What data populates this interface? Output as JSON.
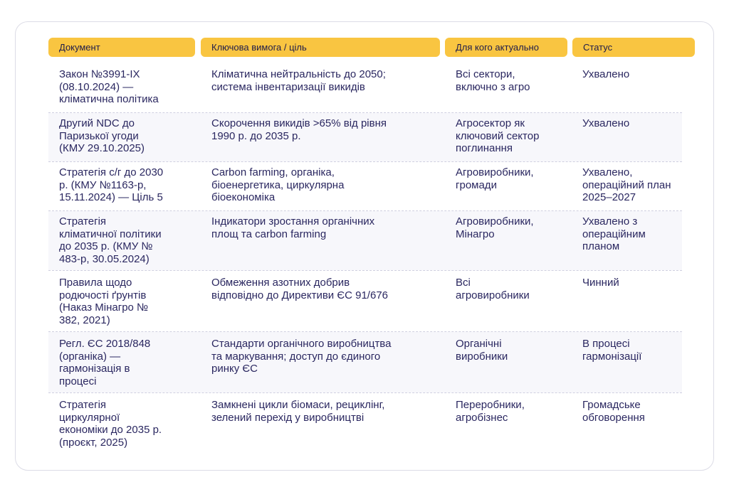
{
  "table": {
    "headers": [
      "Документ",
      "Ключова вимога / ціль",
      "Для кого актуально",
      "Статус"
    ],
    "rows": [
      {
        "doc": [
          "Закон №3991-IX",
          "(08.10.2024) —",
          "кліматична політика"
        ],
        "req": [
          "Кліматична нейтральність до 2050;",
          "система інвентаризації викидів"
        ],
        "who": [
          "Всі сектори,",
          "включно з агро"
        ],
        "status": [
          "Ухвалено"
        ]
      },
      {
        "doc": [
          "Другий NDC до",
          "Паризької угоди",
          "(КМУ 29.10.2025)"
        ],
        "req": [
          "Скорочення викидів >65% від рівня",
          "1990 р. до 2035 р."
        ],
        "who": [
          "Агросектор як",
          "ключовий сектор",
          "поглинання"
        ],
        "status": [
          "Ухвалено"
        ]
      },
      {
        "doc": [
          "Стратегія с/г до 2030",
          "р. (КМУ №1163-р,",
          "15.11.2024) — Ціль 5"
        ],
        "req": [
          "Carbon farming, органіка,",
          "біоенергетика, циркулярна",
          "біоекономіка"
        ],
        "who": [
          "Агровиробники,",
          "громади"
        ],
        "status": [
          "Ухвалено,",
          "операційний план",
          "2025–2027"
        ]
      },
      {
        "doc": [
          "Стратегія",
          "кліматичної політики",
          "до 2035 р. (КМУ №",
          "483-р, 30.05.2024)"
        ],
        "req": [
          "Індикатори зростання органічних",
          "площ та carbon farming"
        ],
        "who": [
          "Агровиробники,",
          "Мінагро"
        ],
        "status": [
          "Ухвалено з",
          "операційним",
          "планом"
        ]
      },
      {
        "doc": [
          "Правила щодо",
          "родючості ґрунтів",
          "(Наказ Мінагро №",
          "382, 2021)"
        ],
        "req": [
          "Обмеження азотних добрив",
          "відповідно до Директиви ЄС 91/676"
        ],
        "who": [
          "Всі",
          "агровиробники"
        ],
        "status": [
          "Чинний"
        ]
      },
      {
        "doc": [
          "Регл. ЄС 2018/848",
          "(органіка) —",
          "гармонізація в",
          "процесі"
        ],
        "req": [
          "Стандарти органічного виробництва",
          "та маркування; доступ до єдиного",
          "ринку ЄС"
        ],
        "who": [
          "Органічні",
          "виробники"
        ],
        "status": [
          "В процесі",
          "гармонізації"
        ]
      },
      {
        "doc": [
          "Стратегія",
          "циркулярної",
          "економіки до 2035 р.",
          "(проєкт, 2025)"
        ],
        "req": [
          "Замкнені цикли біомаси, рециклінг,",
          "зелений перехід у виробництві"
        ],
        "who": [
          "Переробники,",
          "агробізнес"
        ],
        "status": [
          "Громадське",
          "обговорення"
        ]
      }
    ]
  }
}
